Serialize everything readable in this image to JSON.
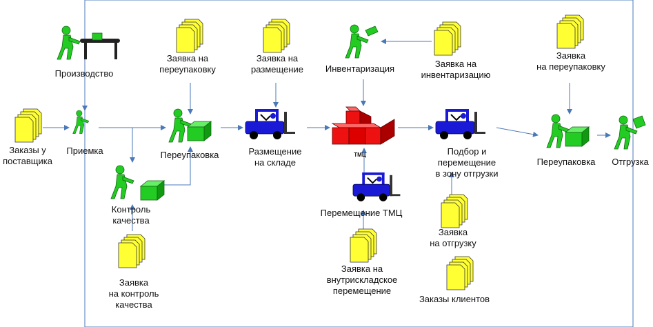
{
  "nodes": {
    "proizvodstvo": "Производство",
    "zayavka_pereupak_1": "Заявка на\nпереупаковку",
    "zayavka_razmeshchenie": "Заявка на\nразмещение",
    "inventarizatsiya": "Инвентаризация",
    "zayavka_inventarizatsiyu": "Заявка на\nинвентаризацию",
    "zayavka_pereupak_2": "Заявка\nна переупаковку",
    "zakazy_postavshchika": "Заказы у\nпоставщика",
    "priemka": "Приемка",
    "pereupakovka_1": "Переупаковка",
    "razmeshchenie_na_sklade": "Размещение\nна складе",
    "tmts": "ТМЦ",
    "podbor": "Подбор и\nперемещение\nв зону отгрузки",
    "pereupakovka_2": "Переупаковка",
    "otgruzka": "Отгрузка",
    "kontrol_kachestva": "Контроль\nкачества",
    "peremeshchenie_tmts": "Перемещение ТМЦ",
    "zayavka_kontrol": "Заявка\nна контроль\nкачества",
    "zayavka_vnutriskladskoe": "Заявка на\nвнутрискладское\nперемещение",
    "zayavka_otgruzku": "Заявка\nна отгрузку",
    "zakazy_klientov": "Заказы клиентов"
  },
  "colors": {
    "person": "#22cc22",
    "box": "#22cc22",
    "forklift": "#1a1ad6",
    "stock": "#ee1111",
    "document": "#ffff33",
    "connector": "#4a78b8"
  }
}
